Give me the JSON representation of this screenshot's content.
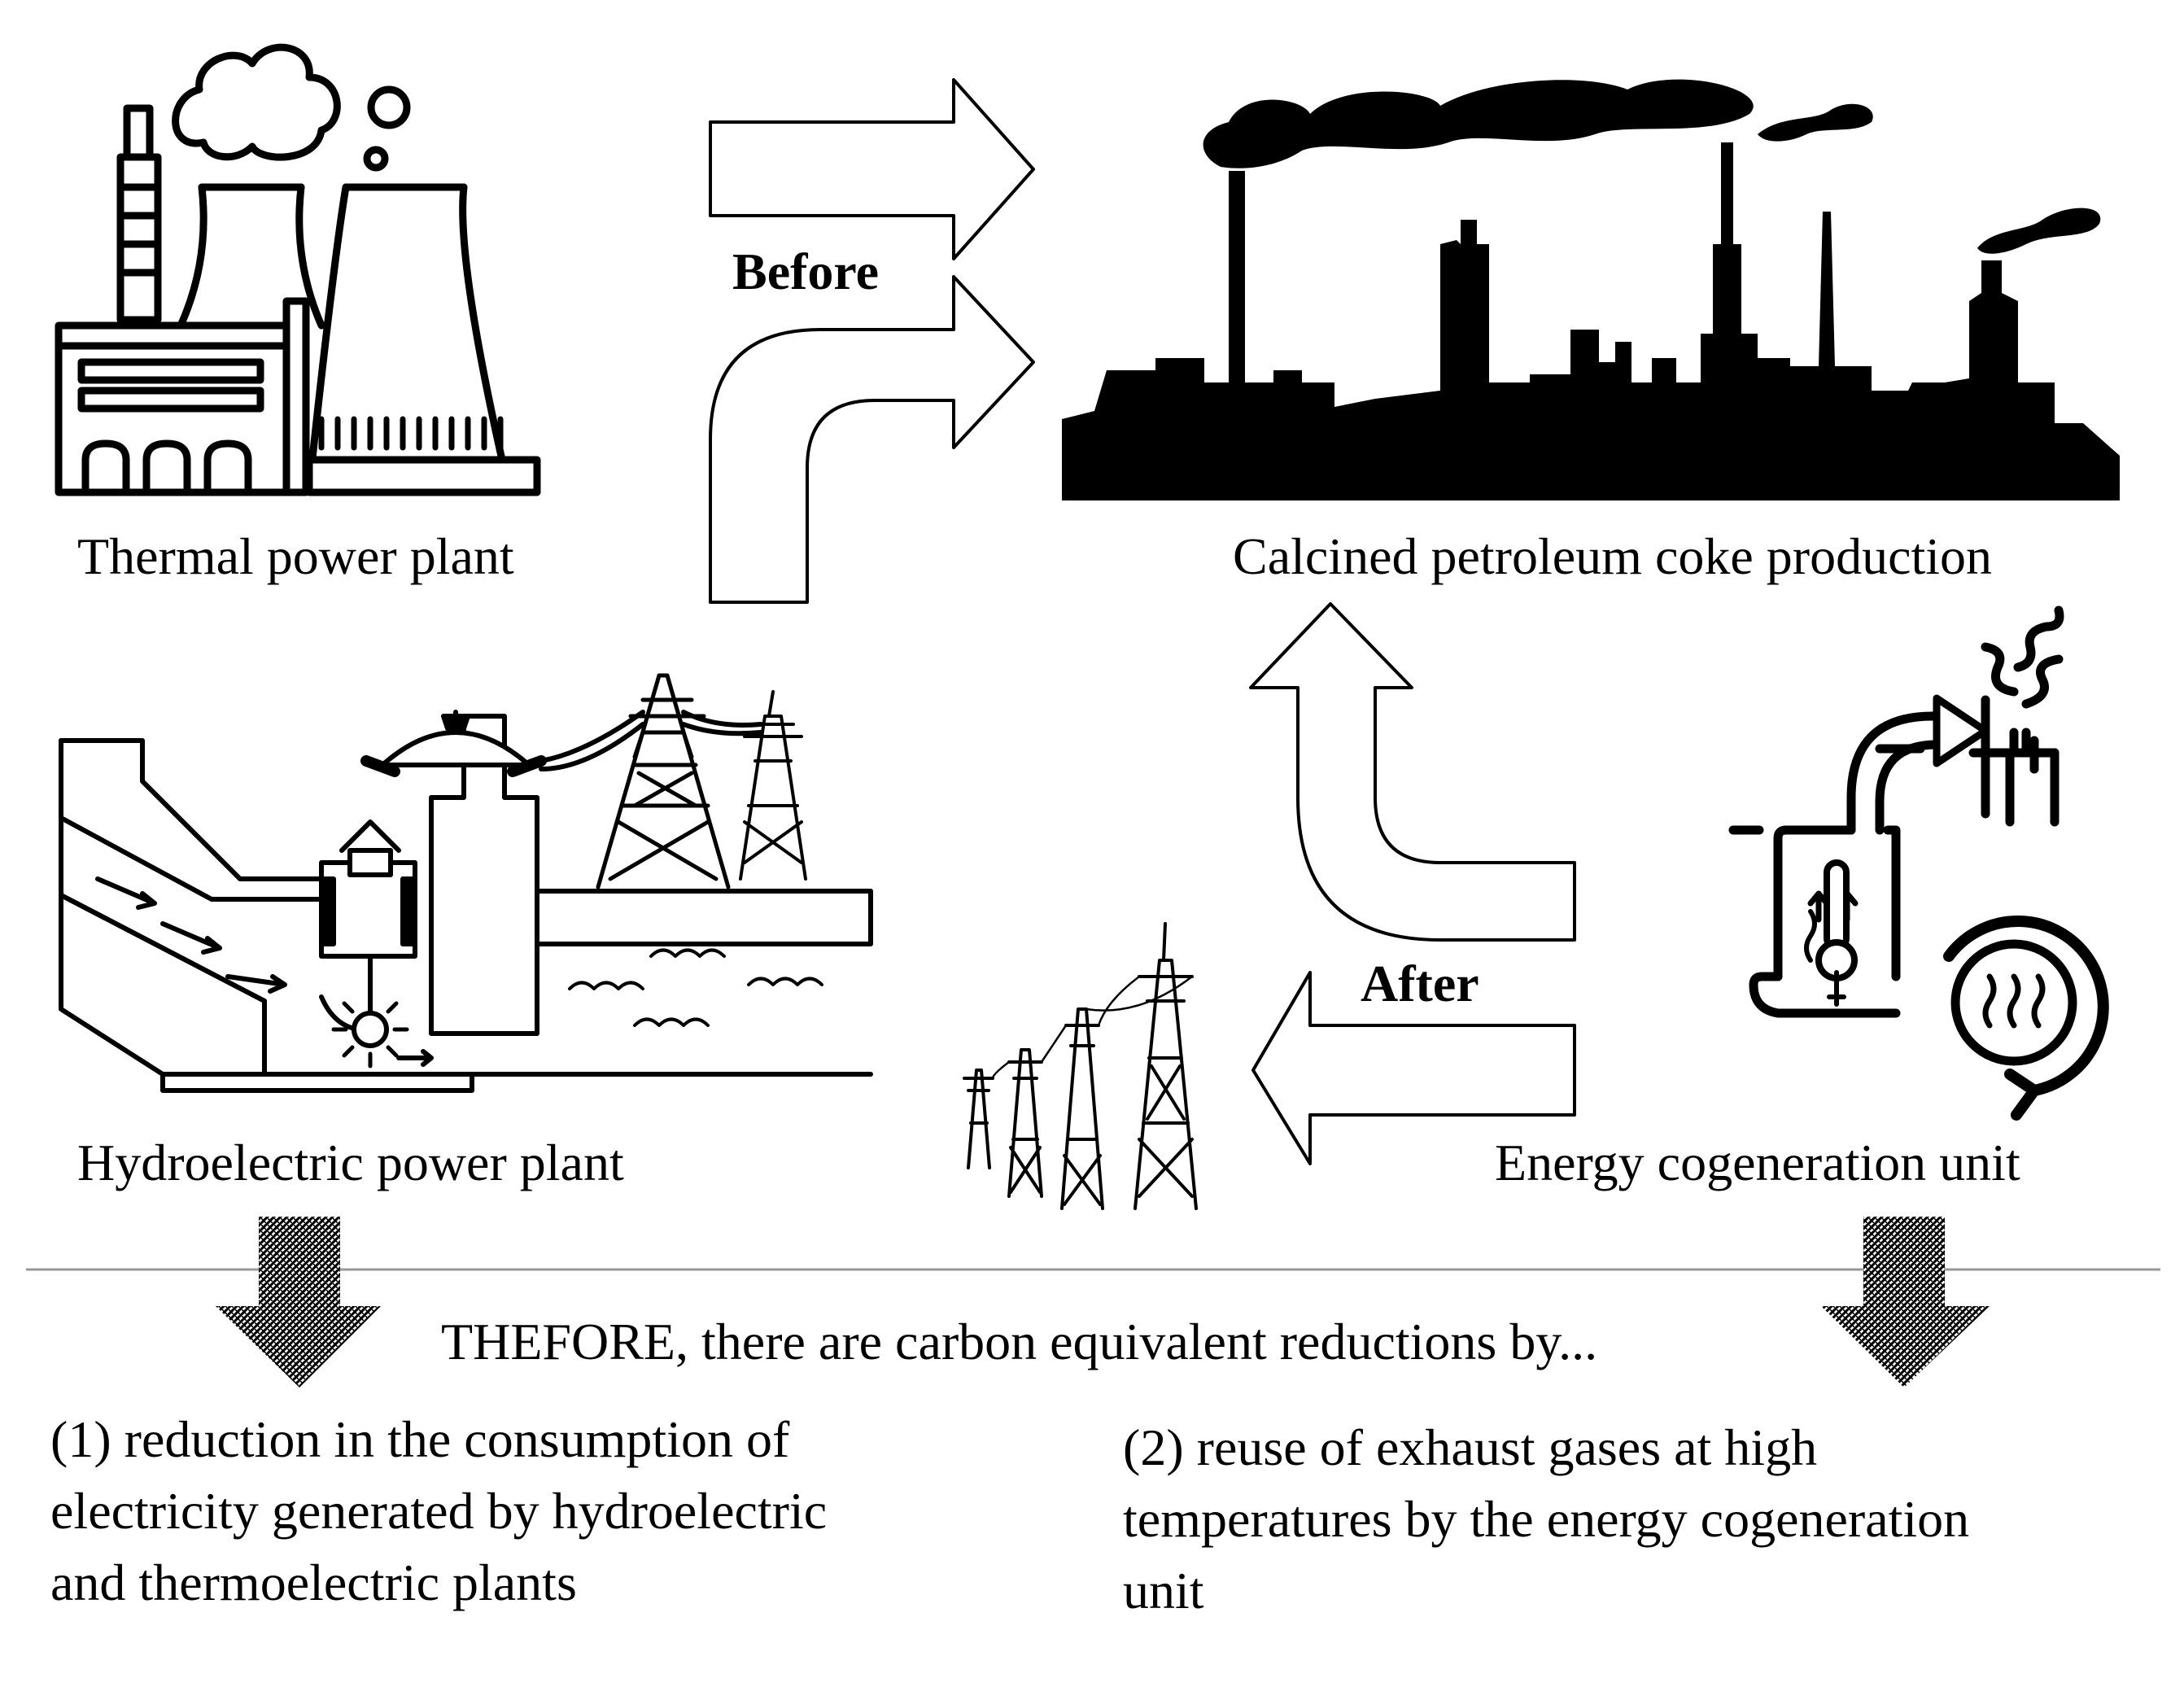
{
  "labels": {
    "thermal": "Thermal power plant",
    "calcined": "Calcined petroleum coke production",
    "hydro": "Hydroelectric power plant",
    "cogen": "Energy cogeneration unit",
    "before": "Before",
    "after": "After"
  },
  "conclusion": {
    "heading": "THEFORE, there are carbon equivalent reductions by...",
    "item1": [
      "(1) reduction in the consumption of",
      "electricity generated by hydroelectric",
      "and thermoelectric plants"
    ],
    "item2": [
      "(2) reuse of exhaust gases at high",
      "temperatures by the energy cogeneration",
      "unit"
    ]
  },
  "icons": [
    "thermal-plant-icon",
    "refinery-icon",
    "hydro-plant-icon",
    "pylon-icon",
    "cogeneration-icon"
  ],
  "colors": {
    "ink": "#000000",
    "background": "#ffffff",
    "divider": "#999999"
  }
}
